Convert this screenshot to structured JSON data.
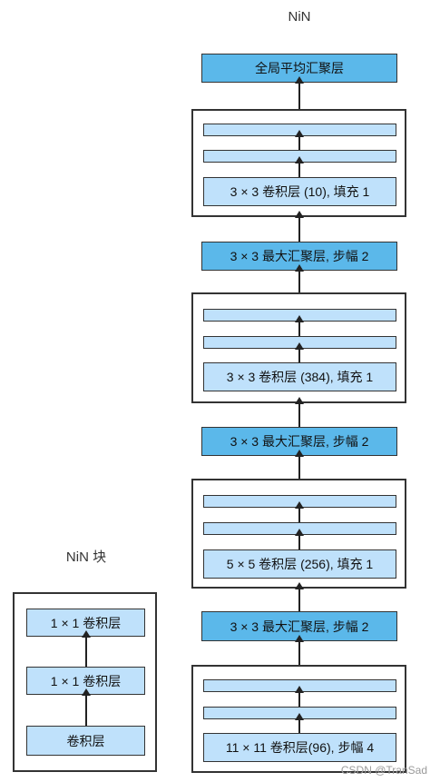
{
  "nin": {
    "title": "NiN",
    "gap_label": "全局平均汇聚层",
    "block1_conv": "3 × 3 卷积层 (10), 填充 1",
    "pool3": "3 × 3 最大汇聚层, 步幅 2",
    "block2_conv": "3 × 3 卷积层 (384), 填充 1",
    "pool2": "3 × 3 最大汇聚层, 步幅 2",
    "block3_conv": "5 × 5 卷积层 (256), 填充 1",
    "pool1": "3 × 3 最大汇聚层, 步幅 2",
    "block4_conv": "11 × 11 卷积层(96), 步幅 4"
  },
  "nin_block": {
    "title": "NiN 块",
    "layer_top": "1 × 1 卷积层",
    "layer_mid": "1 × 1 卷积层",
    "layer_bottom": "卷积层"
  },
  "colors": {
    "dark_blue": "#5bb8ea",
    "light_blue": "#bfe1fb",
    "border": "#333333"
  },
  "watermark": "CSDN @TranSad"
}
